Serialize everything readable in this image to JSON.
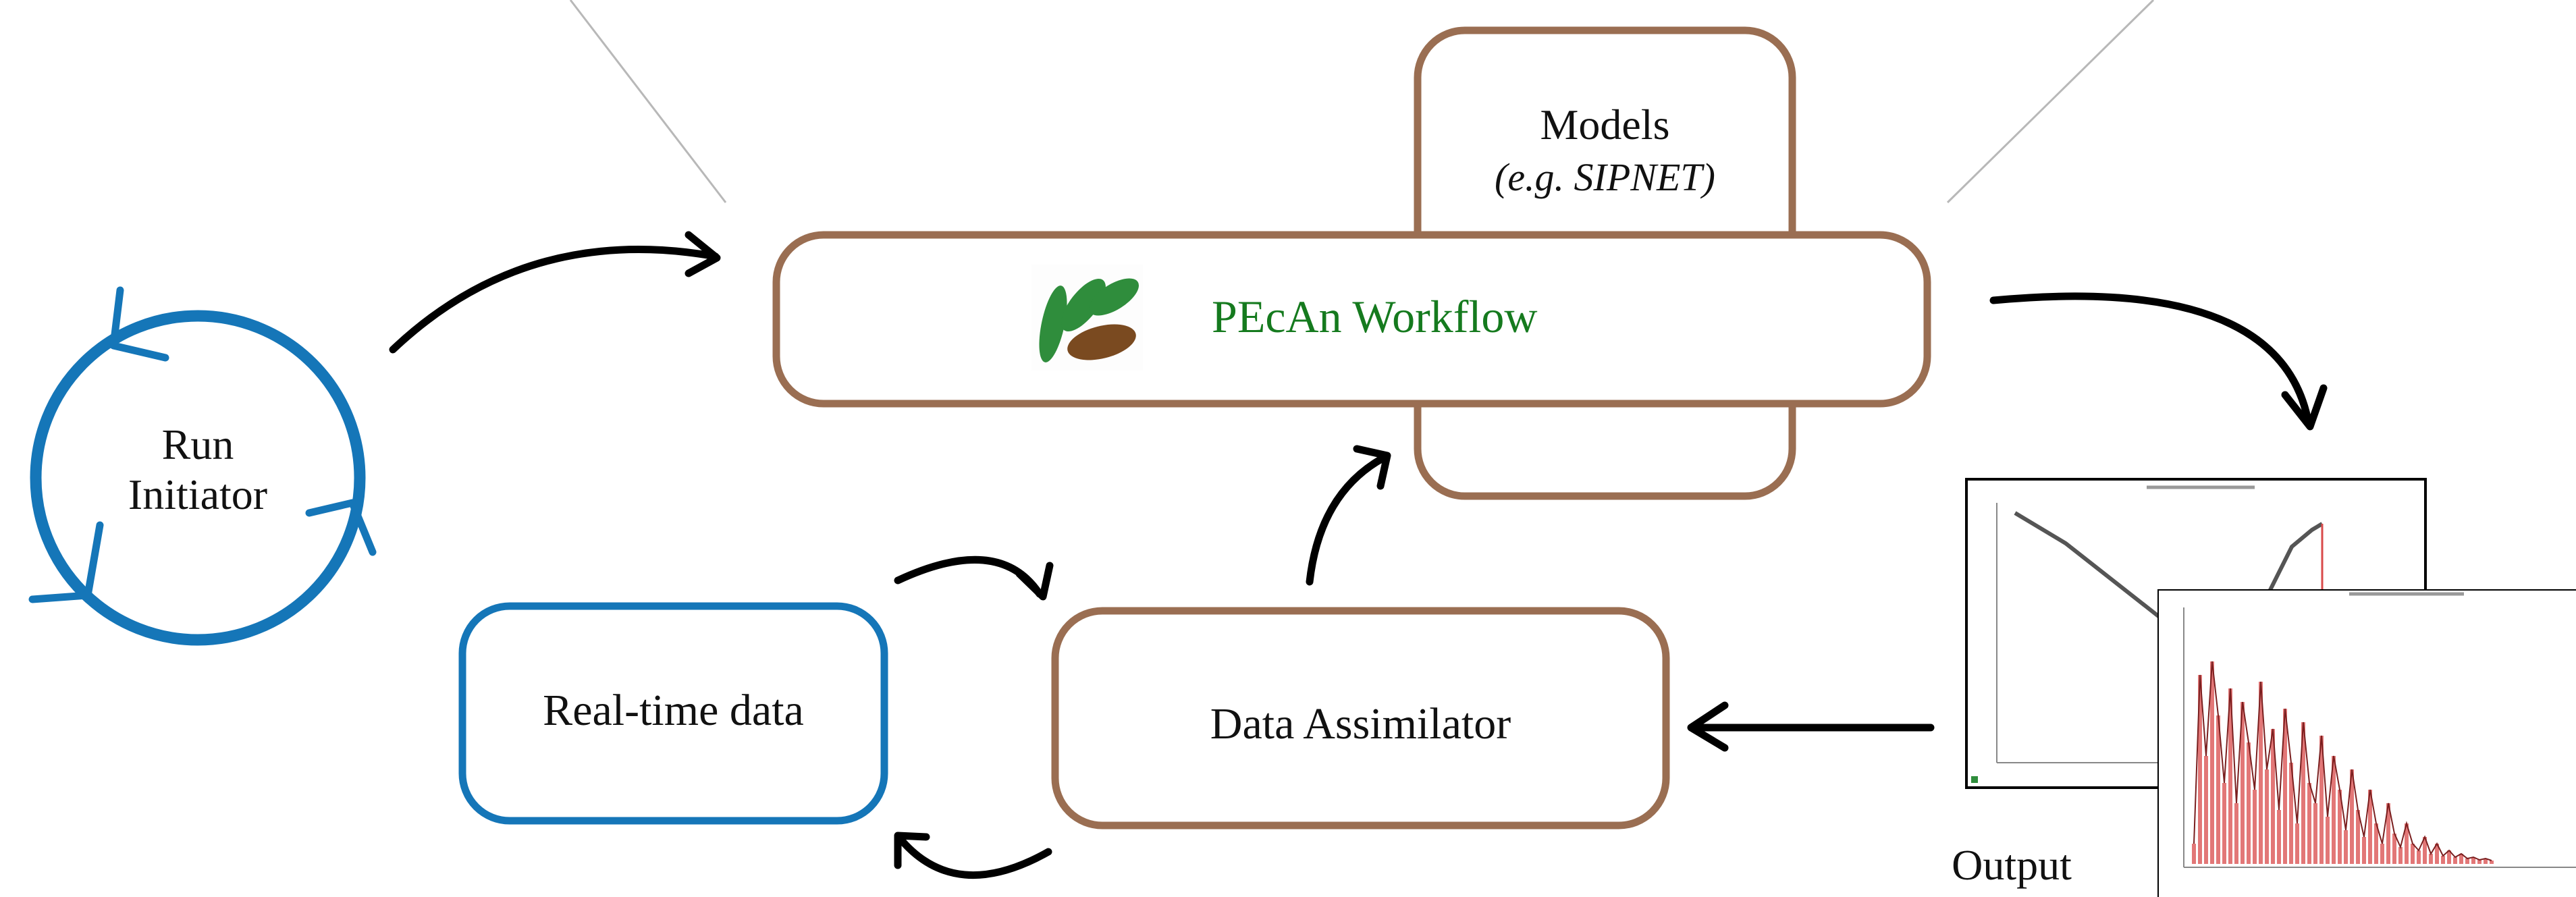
{
  "colors": {
    "brown": "#9a6e52",
    "blue": "#1576b8",
    "green": "#157a1e",
    "arrow": "#000000",
    "chart_line": "#555555",
    "chart_red": "#d94a4a",
    "leaf_green": "#2f8d3c",
    "leaf_brown": "#7a4a20"
  },
  "nodes": {
    "run_initiator": {
      "line1": "Run",
      "line2": "Initiator"
    },
    "models": {
      "title": "Models",
      "example": "(e.g. SIPNET)"
    },
    "workflow": {
      "label": "PEcAn Workflow",
      "logo_icon": "pecan-leaf-icon"
    },
    "real_time_data": {
      "label": "Real-time data"
    },
    "data_assimilator": {
      "label": "Data Assimilator"
    },
    "output": {
      "label": "Output"
    }
  }
}
